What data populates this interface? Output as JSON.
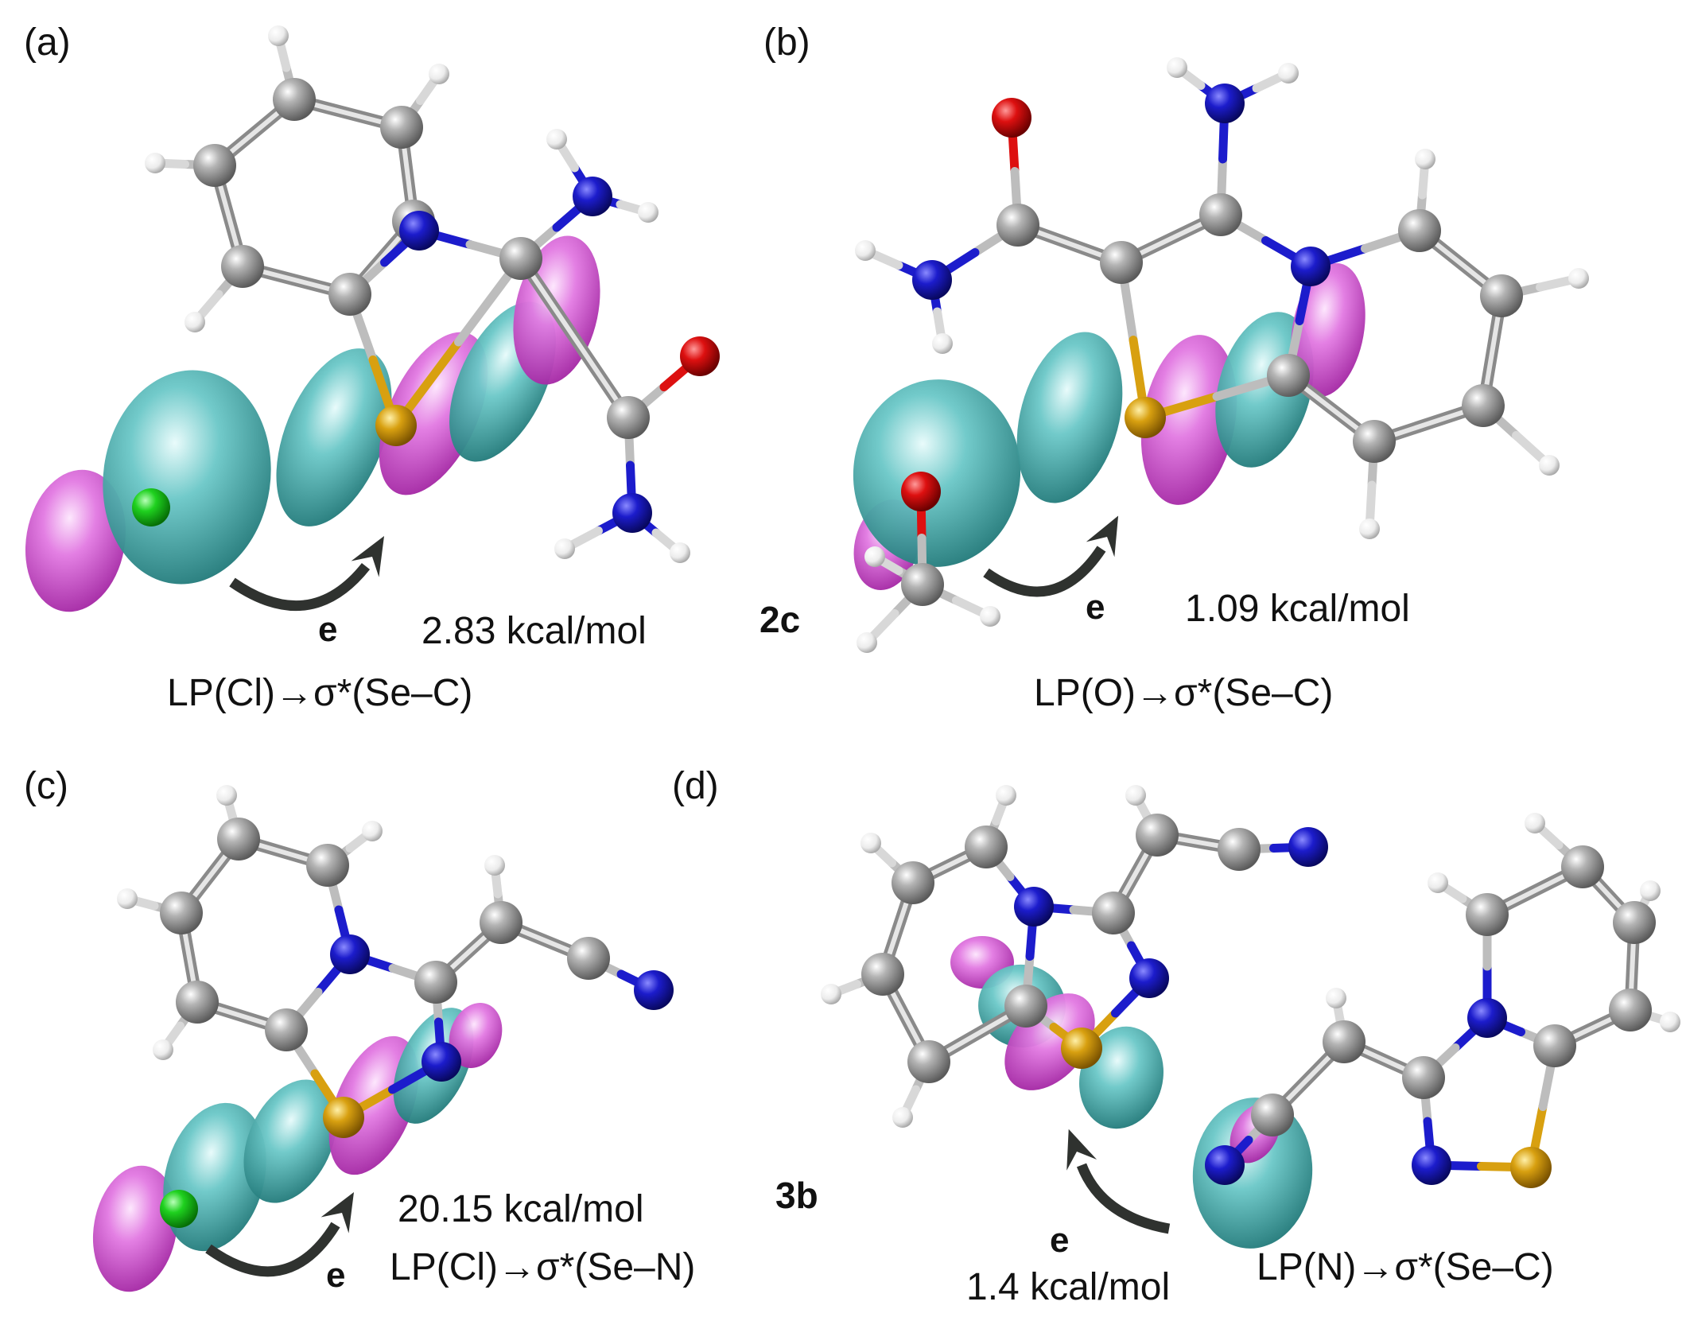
{
  "colors": {
    "carbon": "#8c8c8c",
    "hydrogen": "#ececec",
    "nitrogen": "#1c1ccc",
    "oxygen": "#dd1010",
    "selenium": "#d8a010",
    "chlorine": "#1fd11f",
    "lobe_teal": "#2aa0a0",
    "lobe_magenta": "#d23ad2",
    "arrow": "#2f322f"
  },
  "panels": [
    {
      "id": "a",
      "label": "(a)",
      "energy": "2.83 kcal/mol",
      "interaction": "LP(Cl)→σ*(Se–C)",
      "electron": "e"
    },
    {
      "id": "b",
      "label": "(b)",
      "energy": "1.09 kcal/mol",
      "interaction": "LP(O)→σ*(Se–C)",
      "electron": "e",
      "compound": "2c"
    },
    {
      "id": "c",
      "label": "(c)",
      "energy": "20.15 kcal/mol",
      "interaction": "LP(Cl)→σ*(Se–N)",
      "electron": "e"
    },
    {
      "id": "d",
      "label": "(d)",
      "energy": "1.4 kcal/mol",
      "interaction": "LP(N)→σ*(Se–C)",
      "electron": "e",
      "compound": "3b"
    }
  ]
}
